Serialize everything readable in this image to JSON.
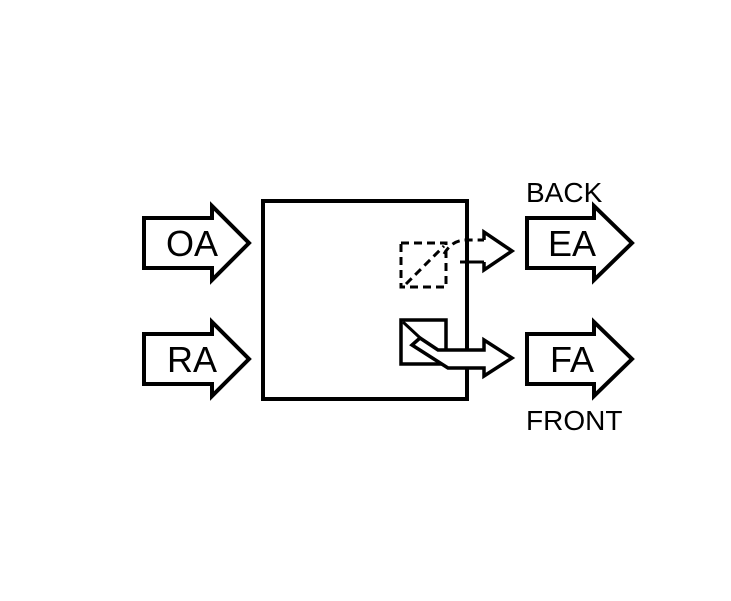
{
  "inputs": {
    "oa": "OA",
    "ra": "RA"
  },
  "outputs": {
    "ea": "EA",
    "fa": "FA"
  },
  "annotations": {
    "back": "BACK",
    "front": "FRONT"
  },
  "colors": {
    "stroke": "#000000",
    "background": "#ffffff"
  }
}
